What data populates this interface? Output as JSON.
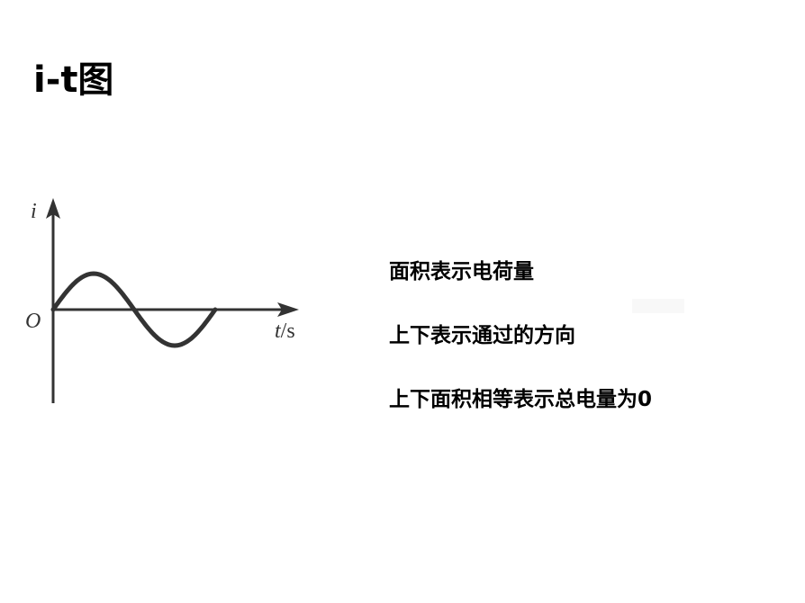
{
  "slide": {
    "title": "i-t图",
    "graph": {
      "y_label": "i",
      "x_label_var": "t",
      "x_label_unit": "/s",
      "origin_label": "O"
    },
    "points": [
      "面积表示电荷量",
      "上下表示通过的方向",
      "上下面积相等表示总电量为0"
    ]
  }
}
